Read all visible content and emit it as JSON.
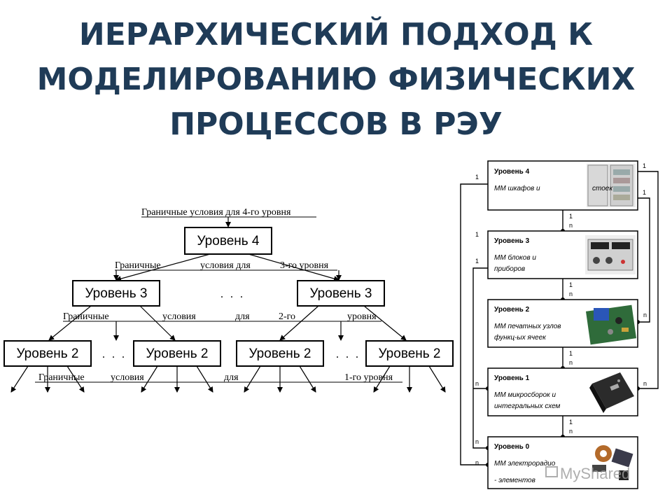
{
  "title_lines": [
    "ИЕРАРХИЧЕСКИЙ ПОДХОД К",
    "МОДЕЛИРОВАНИЮ ФИЗИЧЕСКИХ",
    "ПРОЦЕССОВ В РЭУ"
  ],
  "left_tree": {
    "bc4": "Граничные условия для 4-го уровня",
    "bc3": [
      "Граничные",
      "условия для",
      "3-го уровня"
    ],
    "bc2": [
      "Граничные",
      "условия",
      "для",
      "2-го",
      "уровня"
    ],
    "bc1": [
      "Граничные",
      "условия",
      "для",
      "1-го уровня"
    ],
    "level4": "Уровень 4",
    "level3": "Уровень 3",
    "level2": "Уровень 2",
    "dots": ". . ."
  },
  "right_diagram": {
    "levels": [
      {
        "head": "Уровень 4",
        "desc": [
          "ММ шкафов и",
          "стоек"
        ],
        "image": "cabinet-image"
      },
      {
        "head": "Уровень 3",
        "desc": [
          "ММ блоков и",
          "приборов"
        ],
        "image": "instrument-image"
      },
      {
        "head": "Уровень 2",
        "desc": [
          "ММ печатных узлов",
          "функц-ых ячеек"
        ],
        "image": "pcb-image"
      },
      {
        "head": "Уровень 1",
        "desc": [
          "ММ микросборок и",
          "интегральных схем"
        ],
        "image": "chip-image"
      },
      {
        "head": "Уровень 0",
        "desc": [
          "ММ электрорадио",
          "- элементов"
        ],
        "image": "components-image"
      }
    ],
    "one": "1",
    "n": "n"
  },
  "watermark": "MyShared"
}
